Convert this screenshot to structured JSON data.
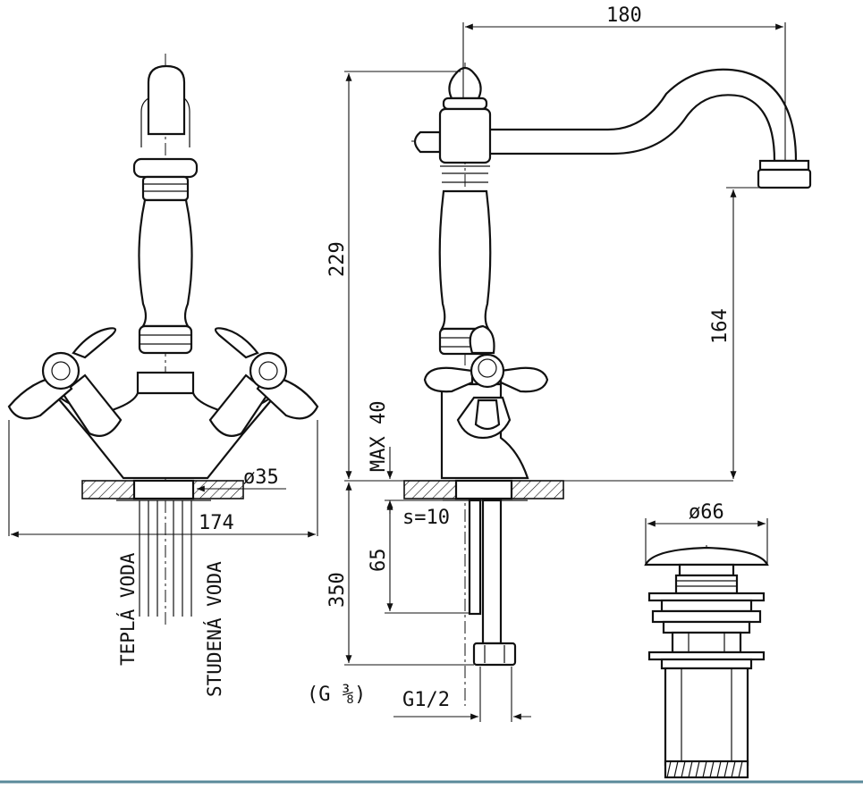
{
  "dimensions": {
    "spout_reach": "180",
    "total_height": "229",
    "spout_height": "164",
    "max_deck": "MAX 40",
    "hole_diameter": "ø35",
    "handle_span": "174",
    "hose_length": "350",
    "stud_length": "65",
    "deck_thickness": "s=10",
    "drain_diameter": "ø66"
  },
  "labels": {
    "hot_water": "TEPLÁ VODA",
    "cold_water": "STUDENÁ VODA",
    "thread_hose": "(G ⅜)",
    "thread_inlet": "G1/2"
  },
  "colors": {
    "line": "#111111",
    "background": "#ffffff"
  }
}
